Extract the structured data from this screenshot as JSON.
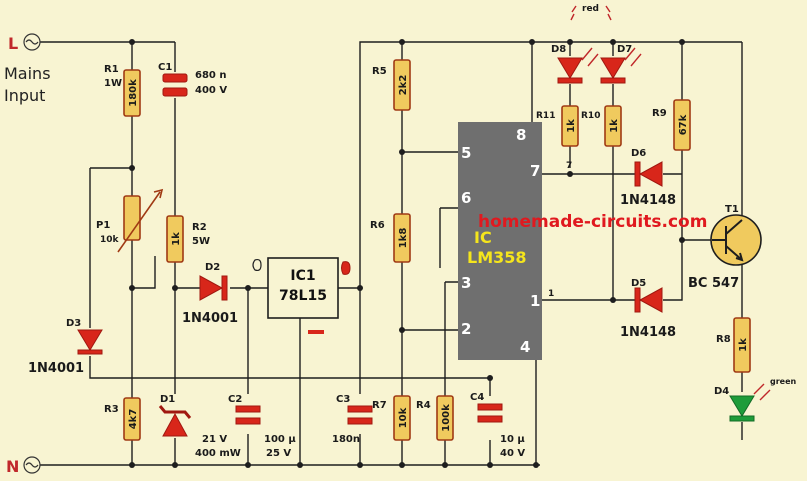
{
  "input": {
    "line": "L",
    "neutral": "N",
    "title_line1": "Mains",
    "title_line2": "Input"
  },
  "components": {
    "r1": {
      "ref": "R1",
      "spec": "1W",
      "value": "180k"
    },
    "c1": {
      "ref": "C1",
      "value": "680 n",
      "voltage": "400 V"
    },
    "p1": {
      "ref": "P1",
      "value": "10k"
    },
    "r2": {
      "ref": "R2",
      "spec": "5W",
      "value": "1k"
    },
    "d3": {
      "ref": "D3",
      "part": "1N4001"
    },
    "r3": {
      "ref": "R3",
      "value": "4k7"
    },
    "d1": {
      "ref": "D1",
      "spec1": "21 V",
      "spec2": "400 mW"
    },
    "d2": {
      "ref": "D2",
      "part": "1N4001"
    },
    "ic1": {
      "ref": "IC1",
      "part": "78L15"
    },
    "c2": {
      "ref": "C2",
      "value": "100 µ",
      "voltage": "25 V"
    },
    "c3": {
      "ref": "C3",
      "value": "180n"
    },
    "r5": {
      "ref": "R5",
      "value": "2k2"
    },
    "r6": {
      "ref": "R6",
      "value": "1k8"
    },
    "r7": {
      "ref": "R7",
      "value": "10k"
    },
    "r4": {
      "ref": "R4",
      "value": "100k"
    },
    "c4": {
      "ref": "C4",
      "value": "10 µ",
      "voltage": "40 V"
    },
    "ic": {
      "label1": "IC",
      "label2": "LM358",
      "pins": [
        "8",
        "5",
        "7",
        "6",
        "3",
        "1",
        "2",
        "4"
      ]
    },
    "d8": {
      "ref": "D8"
    },
    "d7": {
      "ref": "D7"
    },
    "red_label": "red",
    "r11": {
      "ref": "R11",
      "value": "1k"
    },
    "r10": {
      "ref": "R10",
      "value": "1k"
    },
    "r9": {
      "ref": "R9",
      "value": "67k"
    },
    "d6": {
      "ref": "D6",
      "part": "1N4148"
    },
    "d5": {
      "ref": "D5",
      "part": "1N4148"
    },
    "t1": {
      "ref": "T1",
      "part": "BC 547"
    },
    "r8": {
      "ref": "R8",
      "value": "1k"
    },
    "d4": {
      "ref": "D4",
      "color": "green"
    },
    "node7": "7",
    "node1": "1"
  },
  "watermark": "homemade-circuits.com",
  "colors": {
    "background": "#f8f4d2",
    "resistor_fill": "#f0ca5e",
    "resistor_stroke": "#a03a14",
    "ic_body": "#6f6f6f",
    "ic_label": "#f5e51c",
    "watermark": "#e0191f",
    "led_red": "#d8261a",
    "led_green": "#1e9c3a"
  }
}
